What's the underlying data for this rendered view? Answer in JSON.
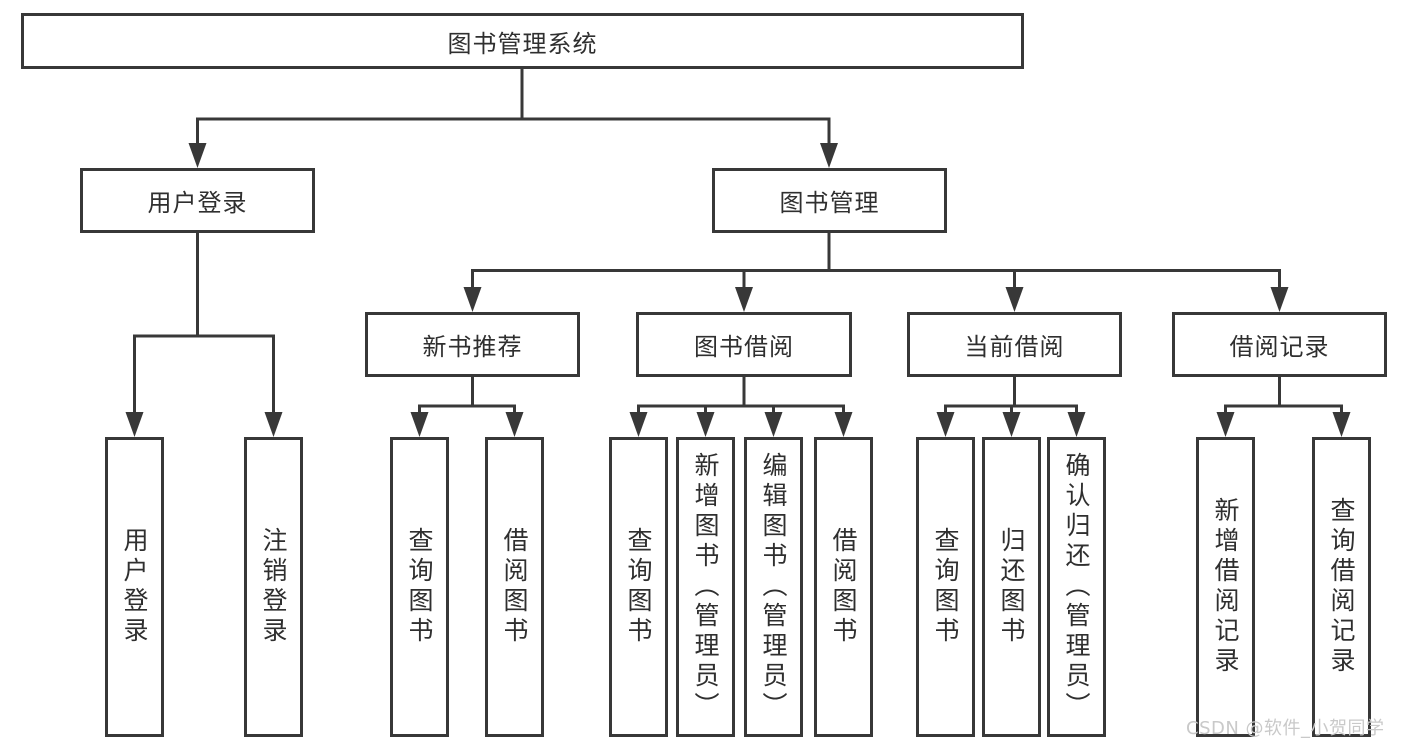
{
  "colors": {
    "line": "#383838",
    "box_border": "#383838",
    "text": "#2f2f2f",
    "watermark": "#c9c9c9",
    "background": "#ffffff"
  },
  "watermark": {
    "text": "CSDN @软件_小贺同学"
  },
  "tree": {
    "label": "图书管理系统",
    "children": [
      {
        "label": "用户登录",
        "children": [
          {
            "label": "用户登录"
          },
          {
            "label": "注销登录"
          }
        ]
      },
      {
        "label": "图书管理",
        "children": [
          {
            "label": "新书推荐",
            "children": [
              {
                "label": "查询图书"
              },
              {
                "label": "借阅图书"
              }
            ]
          },
          {
            "label": "图书借阅",
            "children": [
              {
                "label": "查询图书"
              },
              {
                "label": "新增图书（管理员）"
              },
              {
                "label": "编辑图书（管理员）"
              },
              {
                "label": "借阅图书"
              }
            ]
          },
          {
            "label": "当前借阅",
            "children": [
              {
                "label": "查询图书"
              },
              {
                "label": "归还图书"
              },
              {
                "label": "确认归还（管理员）"
              }
            ]
          },
          {
            "label": "借阅记录",
            "children": [
              {
                "label": "新增借阅记录"
              },
              {
                "label": "查询借阅记录"
              }
            ]
          }
        ]
      }
    ]
  }
}
